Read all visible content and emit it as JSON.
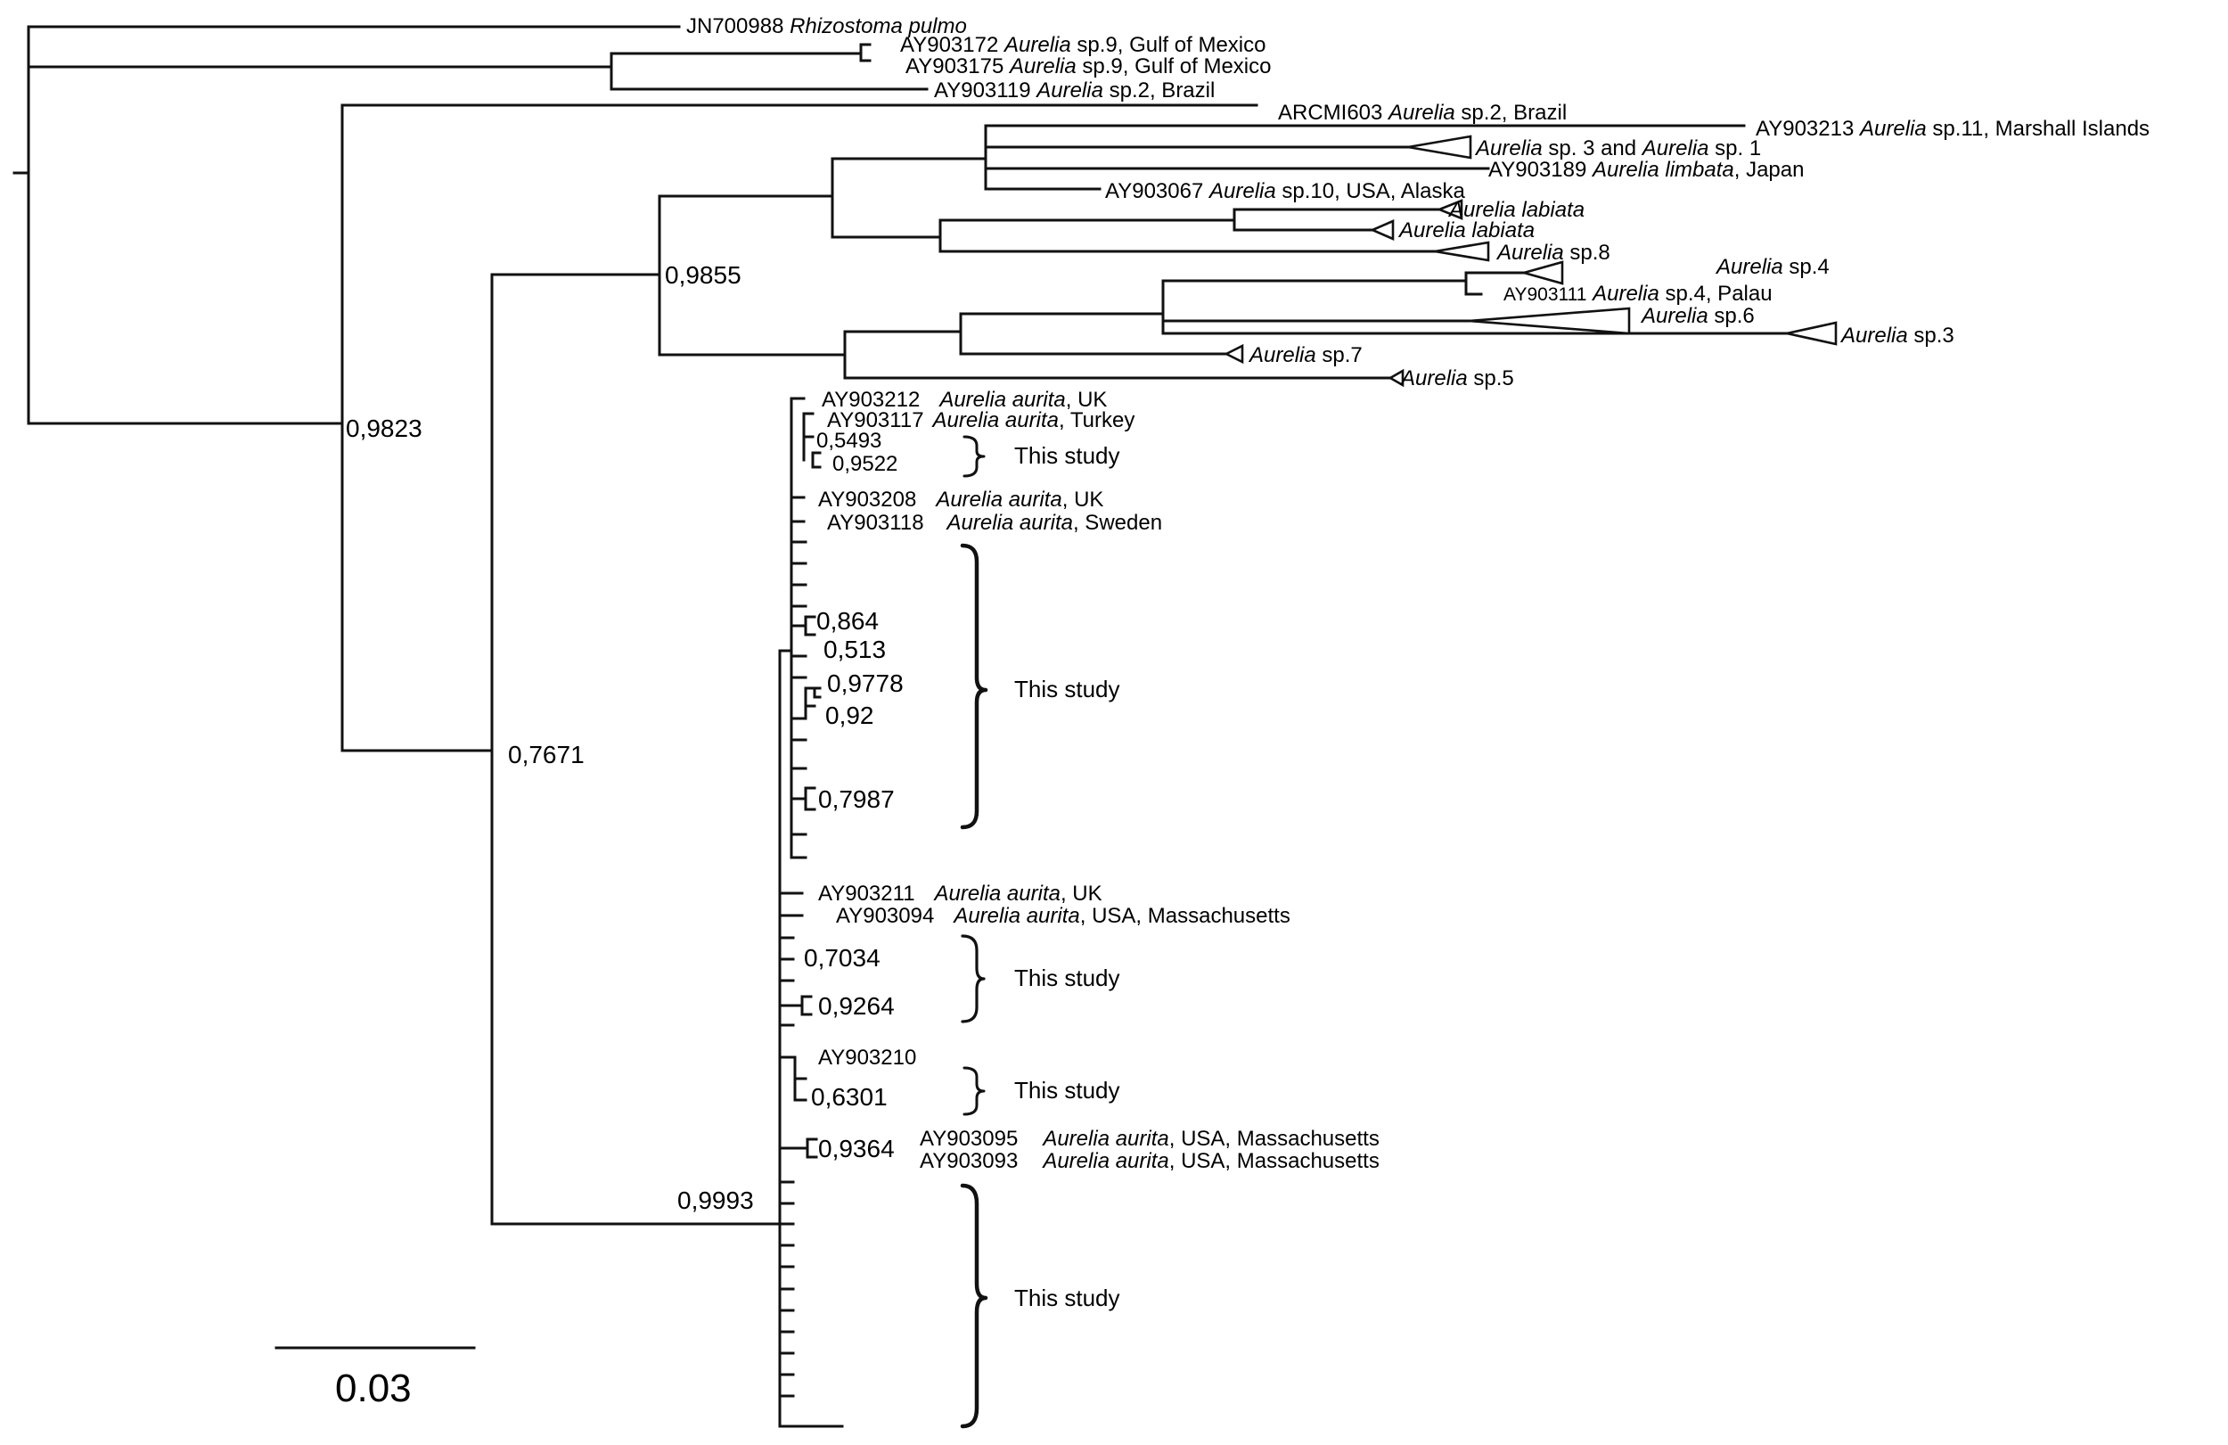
{
  "tree": {
    "leaves": [
      {
        "id": "JN700988",
        "species": "Rhizostoma pulmo",
        "rest": ""
      },
      {
        "id": "AY903172",
        "species": "Aurelia",
        "rest": " sp.9, Gulf of Mexico"
      },
      {
        "id": "AY903175",
        "species": "Aurelia",
        "rest": " sp.9, Gulf of Mexico"
      },
      {
        "id": "AY903119",
        "species": "Aurelia",
        "rest": " sp.2, Brazil"
      },
      {
        "id": "ARCMI603",
        "species": "Aurelia",
        "rest": " sp.2, Brazil"
      },
      {
        "id": "AY903213",
        "species": "Aurelia",
        "rest": " sp.11, Marshall Islands"
      },
      {
        "id": "AY903189",
        "species": "Aurelia limbata",
        "rest": ", Japan"
      },
      {
        "id": "AY903067",
        "species": "Aurelia",
        "rest": " sp.10, USA, Alaska"
      },
      {
        "id": "AY903111",
        "species": "Aurelia",
        "rest": " sp.4, Palau"
      },
      {
        "id": "AY903212",
        "species": "Aurelia aurita",
        "rest": ", UK"
      },
      {
        "id": "AY903117",
        "species": "Aurelia aurita",
        "rest": ", Turkey"
      },
      {
        "id": "AY903208",
        "species": "Aurelia aurita",
        "rest": ", UK"
      },
      {
        "id": "AY903118",
        "species": "Aurelia aurita",
        "rest": ", Sweden"
      },
      {
        "id": "AY903211",
        "species": "Aurelia aurita",
        "rest": ", UK"
      },
      {
        "id": "AY903094",
        "species": "Aurelia aurita",
        "rest": ", USA, Massachusetts"
      },
      {
        "id": "AY903210",
        "species": "",
        "rest": ""
      },
      {
        "id": "AY903095",
        "species": "Aurelia aurita",
        "rest": ", USA, Massachusetts"
      },
      {
        "id": "AY903093",
        "species": "Aurelia aurita",
        "rest": ", USA, Massachusetts"
      }
    ],
    "collapsed": [
      {
        "parts": [
          "Aurelia",
          " sp. 3 and ",
          "Aurelia",
          " sp. 1"
        ]
      },
      {
        "parts": [
          "Aurelia labiata"
        ]
      },
      {
        "parts": [
          "Aurelia labiata"
        ]
      },
      {
        "parts": [
          "Aurelia",
          " sp.8"
        ]
      },
      {
        "parts": [
          "Aurelia",
          " sp.4"
        ]
      },
      {
        "parts": [
          "Aurelia",
          " sp.6"
        ]
      },
      {
        "parts": [
          "Aurelia",
          " sp.3"
        ]
      },
      {
        "parts": [
          "Aurelia",
          " sp.7"
        ]
      },
      {
        "parts": [
          "Aurelia",
          " sp.5"
        ]
      }
    ],
    "support": [
      "0,9855",
      "0,9823",
      "0,7671",
      "0,5493",
      "0,9522",
      "0,864",
      "0,513",
      "0,9778",
      "0,92",
      "0,7987",
      "0,7034",
      "0,9264",
      "0,6301",
      "0,9364",
      "0,9993"
    ],
    "study_label": "This study",
    "scale_bar": "0.03"
  }
}
